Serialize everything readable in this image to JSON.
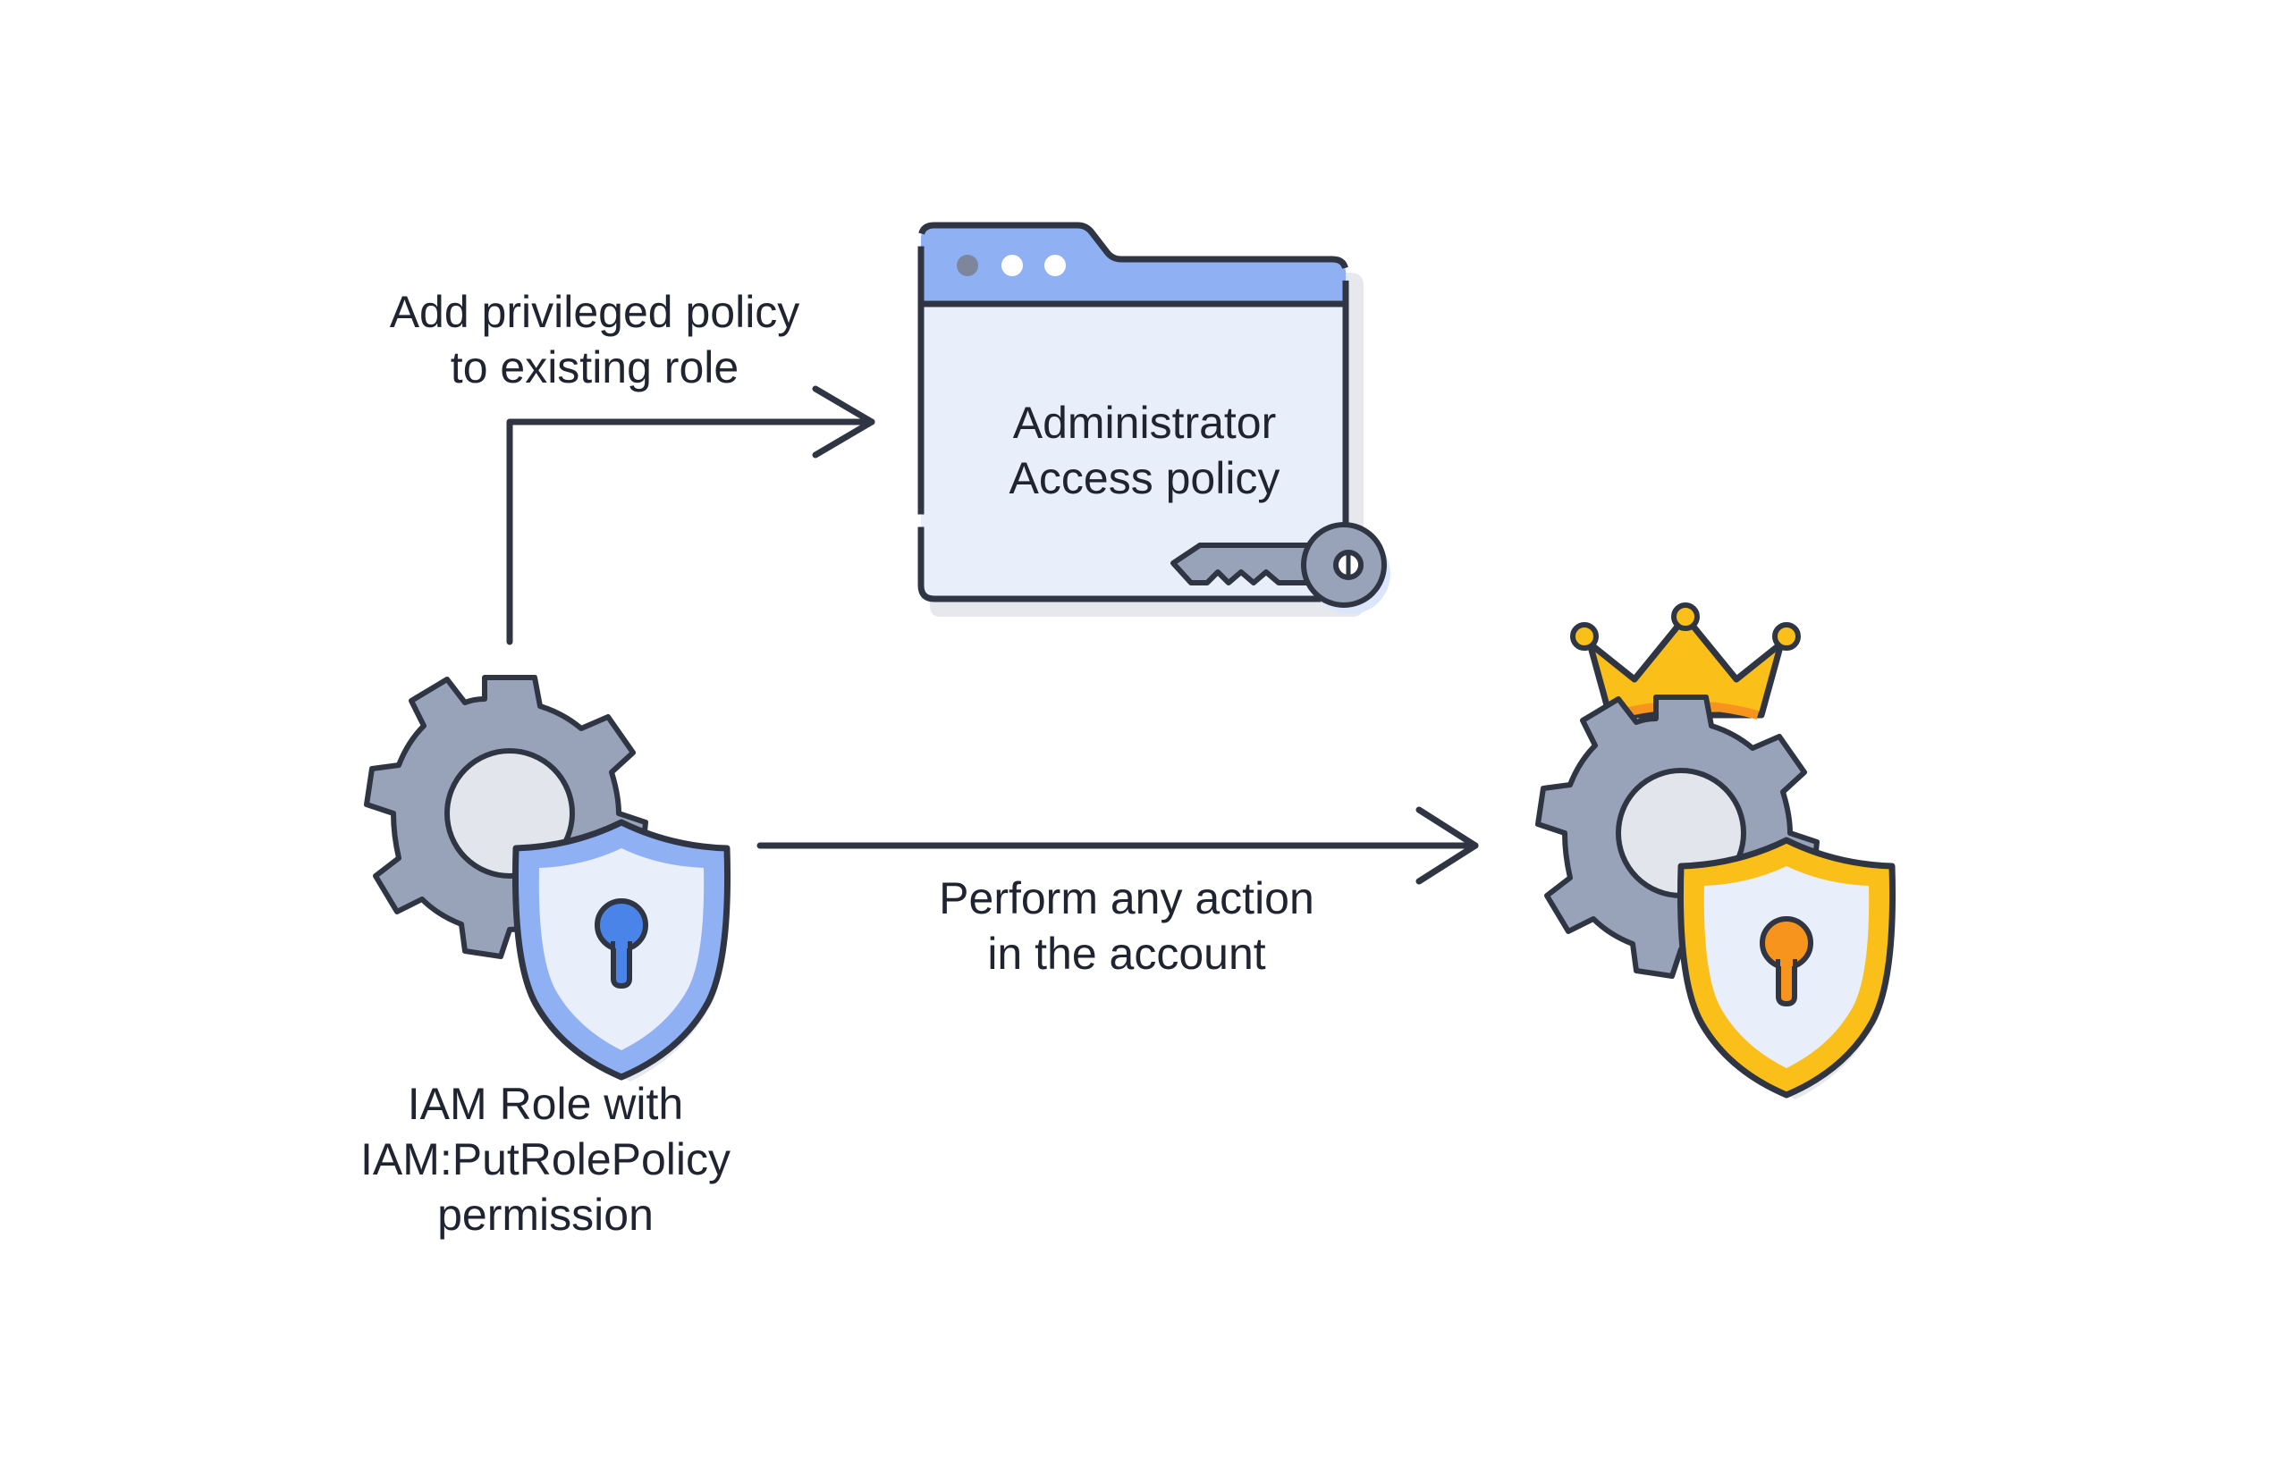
{
  "edges": {
    "add_policy": {
      "line1": "Add privileged policy",
      "line2": "to existing role"
    },
    "perform_action": {
      "line1": "Perform any action",
      "line2": "in the account"
    }
  },
  "nodes": {
    "policy_window": {
      "line1": "Administrator",
      "line2": "Access policy",
      "icons": [
        "browser-window-icon",
        "key-icon"
      ]
    },
    "iam_role": {
      "line1": "IAM Role with",
      "line2": "IAM:PutRolePolicy",
      "line3": "permission",
      "icons": [
        "gear-icon",
        "shield-keyhole-icon"
      ]
    },
    "admin_role": {
      "icons": [
        "crown-icon",
        "gear-icon",
        "shield-keyhole-icon"
      ]
    }
  },
  "colors": {
    "stroke": "#2f3542",
    "gear": "#98a2b8",
    "blue_accent": "#8fb0f3",
    "blue_keyhole": "#4a84e8",
    "window_fill": "#e9eefb",
    "gold": "#fbbf1a",
    "orange_keyhole": "#f7941d"
  }
}
